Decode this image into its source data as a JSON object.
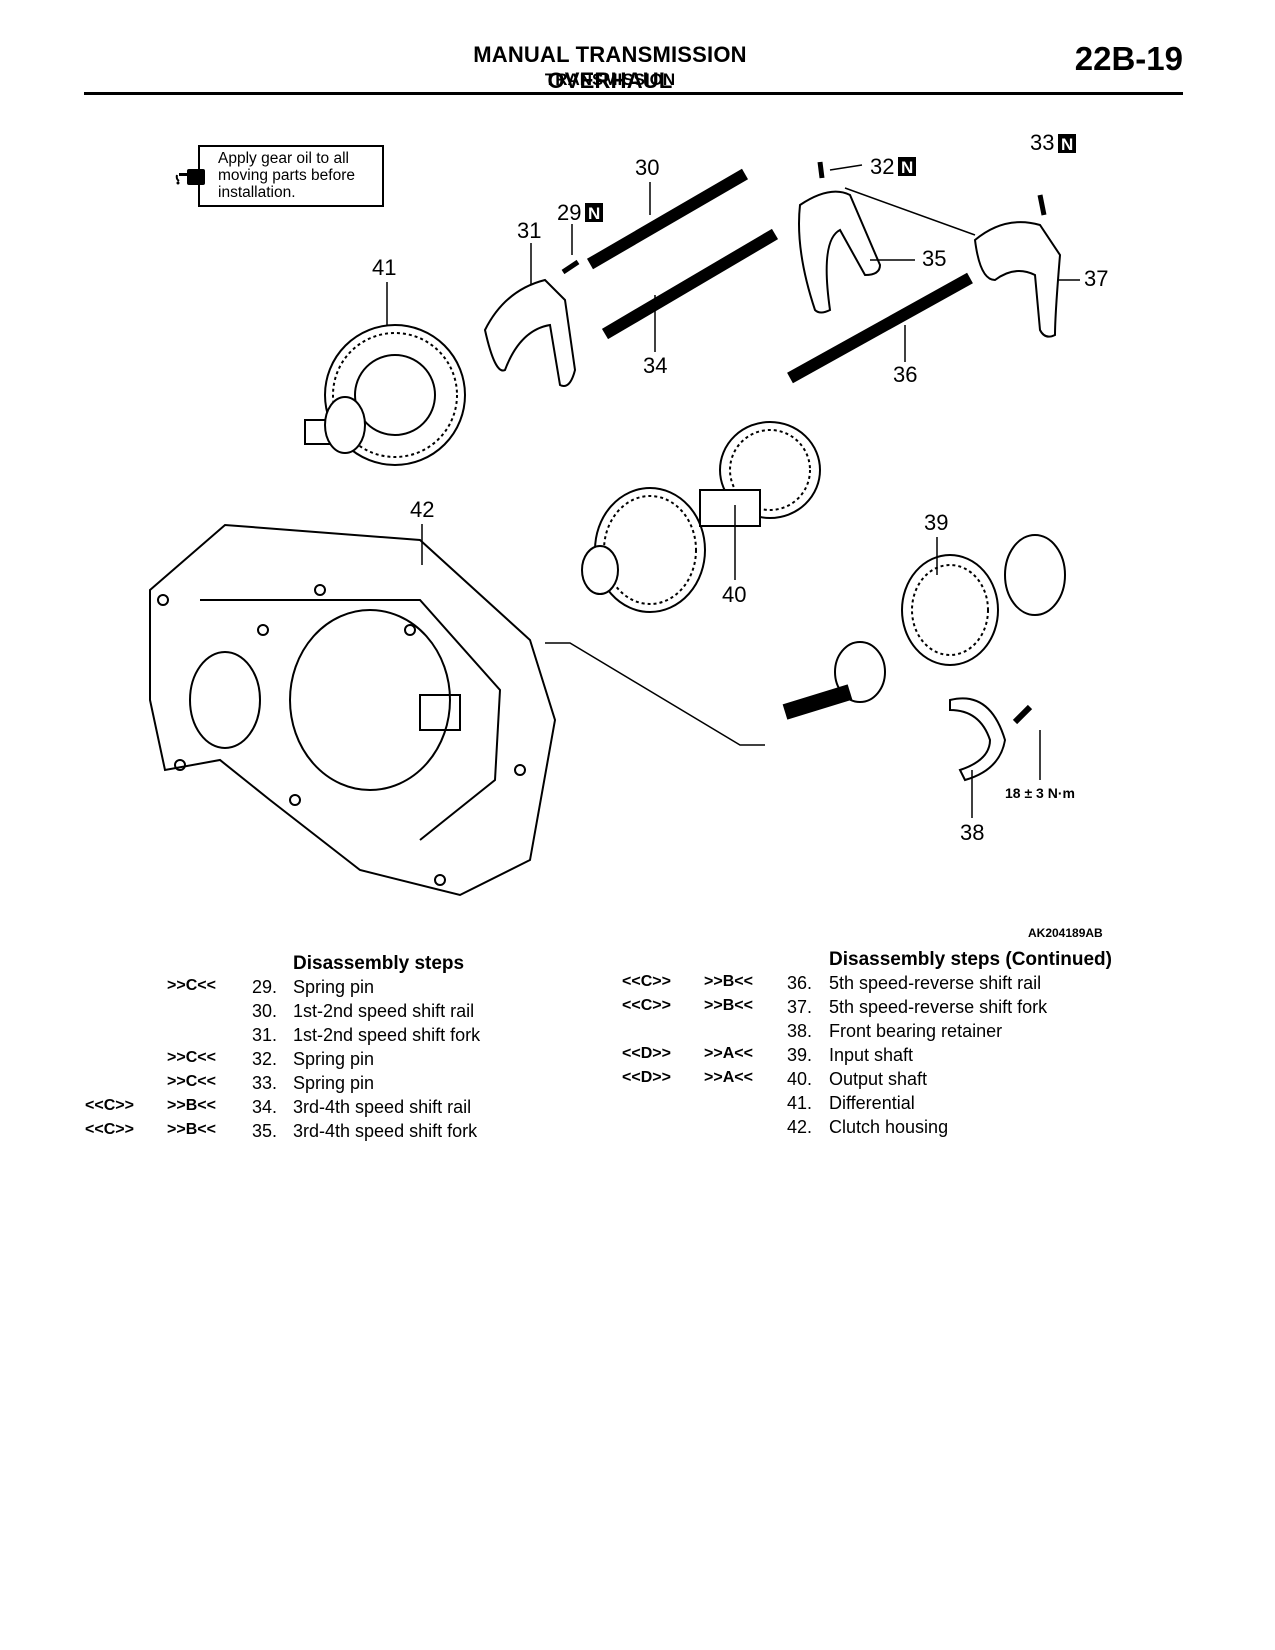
{
  "header": {
    "title": "MANUAL TRANSMISSION OVERHAUL",
    "subtitle": "TRANSMISSION",
    "page_number": "22B-19"
  },
  "note": {
    "text_lines": [
      "Apply gear oil to all",
      "moving parts before",
      "installation."
    ],
    "icon": "oil-can-icon"
  },
  "figure": {
    "id": "AK204189AB",
    "callouts": {
      "c29": "29",
      "c30": "30",
      "c31": "31",
      "c32": "32",
      "c33": "33",
      "c34": "34",
      "c35": "35",
      "c36": "36",
      "c37": "37",
      "c38": "38",
      "c39": "39",
      "c40": "40",
      "c41": "41",
      "c42": "42"
    },
    "new_part_mark": "N",
    "torque": "18 ± 3 N·m"
  },
  "steps_left": {
    "title": "Disassembly steps",
    "rows": [
      {
        "m1": "",
        "m2": ">>C<<",
        "num": "29.",
        "desc": "Spring pin"
      },
      {
        "m1": "",
        "m2": "",
        "num": "30.",
        "desc": "1st-2nd speed shift rail"
      },
      {
        "m1": "",
        "m2": "",
        "num": "31.",
        "desc": "1st-2nd speed shift fork"
      },
      {
        "m1": "",
        "m2": ">>C<<",
        "num": "32.",
        "desc": "Spring pin"
      },
      {
        "m1": "",
        "m2": ">>C<<",
        "num": "33.",
        "desc": "Spring pin"
      },
      {
        "m1": "<<C>>",
        "m2": ">>B<<",
        "num": "34.",
        "desc": "3rd-4th speed shift rail"
      },
      {
        "m1": "<<C>>",
        "m2": ">>B<<",
        "num": "35.",
        "desc": "3rd-4th speed shift fork"
      }
    ]
  },
  "steps_right": {
    "title": "Disassembly steps (Continued)",
    "rows": [
      {
        "m1": "<<C>>",
        "m2": ">>B<<",
        "num": "36.",
        "desc": "5th speed-reverse shift rail"
      },
      {
        "m1": "<<C>>",
        "m2": ">>B<<",
        "num": "37.",
        "desc": "5th speed-reverse shift fork"
      },
      {
        "m1": "",
        "m2": "",
        "num": "38.",
        "desc": "Front bearing retainer"
      },
      {
        "m1": "<<D>>",
        "m2": ">>A<<",
        "num": "39.",
        "desc": "Input shaft"
      },
      {
        "m1": "<<D>>",
        "m2": ">>A<<",
        "num": "40.",
        "desc": "Output shaft"
      },
      {
        "m1": "",
        "m2": "",
        "num": "41.",
        "desc": "Differential"
      },
      {
        "m1": "",
        "m2": "",
        "num": "42.",
        "desc": "Clutch housing"
      }
    ]
  }
}
